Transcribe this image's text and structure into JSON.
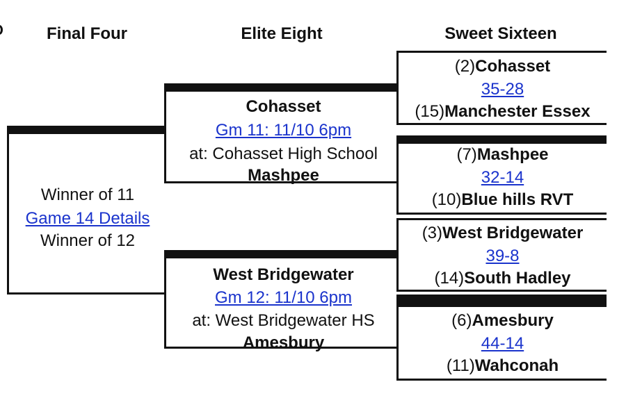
{
  "headers": {
    "final_four": "Final Four",
    "elite_eight": "Elite Eight",
    "sweet_sixteen": "Sweet Sixteen"
  },
  "final_four": {
    "top": "Winner of 11",
    "link": "Game 14 Details",
    "bottom": "Winner of 12"
  },
  "elite_eight": [
    {
      "team_top": "Cohasset",
      "game_link": "Gm 11: 11/10 6pm",
      "venue": "at: Cohasset High School",
      "team_bottom": "Mashpee"
    },
    {
      "team_top": "West Bridgewater",
      "game_link": "Gm 12: 11/10 6pm",
      "venue": "at: West Bridgewater HS",
      "team_bottom": "Amesbury"
    }
  ],
  "sweet_sixteen": [
    {
      "seed_top": "(2)",
      "team_top": "Cohasset",
      "score": "35-28",
      "seed_bottom": "(15)",
      "team_bottom": "Manchester Essex"
    },
    {
      "seed_top": "(7)",
      "team_top": "Mashpee",
      "score": "32-14",
      "seed_bottom": "(10)",
      "team_bottom": "Blue hills RVT"
    },
    {
      "seed_top": "(3)",
      "team_top": "West Bridgewater",
      "score": "39-8",
      "seed_bottom": "(14)",
      "team_bottom": "South Hadley"
    },
    {
      "seed_top": "(6)",
      "team_top": "Amesbury",
      "score": "44-14",
      "seed_bottom": "(11)",
      "team_bottom": "Wahconah"
    }
  ],
  "colors": {
    "line": "#111111",
    "link": "#1a33cc",
    "background": "#ffffff"
  }
}
